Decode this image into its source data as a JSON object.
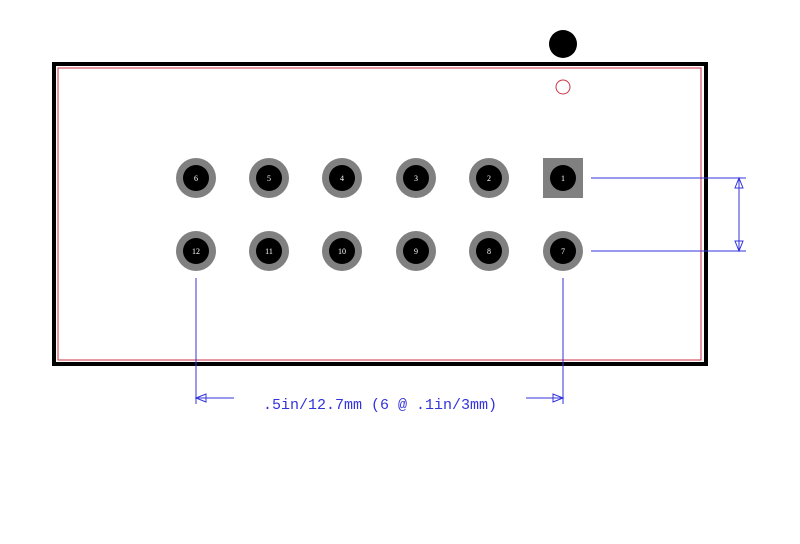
{
  "dimension": {
    "horizontal_label": ".5in/12.7mm (6 @ .1in/3mm)"
  },
  "pins": {
    "top_row": [
      "6",
      "5",
      "4",
      "3",
      "2",
      "1"
    ],
    "bottom_row": [
      "12",
      "11",
      "10",
      "9",
      "8",
      "7"
    ],
    "square_pad": "1"
  },
  "colors": {
    "outline": "#000000",
    "silkscreen": "#cc3344",
    "pad_ring": "#808080",
    "pad_hole": "#000000",
    "dimension": "#3333dd"
  }
}
